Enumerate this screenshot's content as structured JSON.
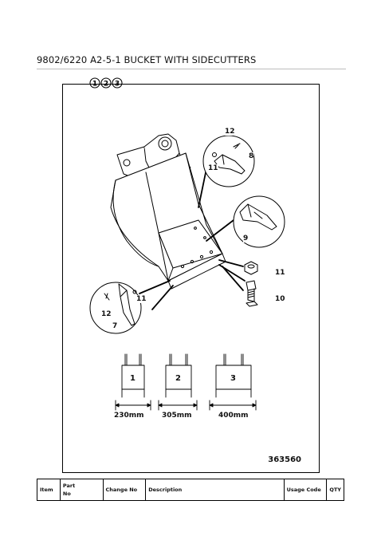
{
  "title": "9802/6220 A2-5-1 BUCKET WITH SIDECUTTERS",
  "variants": [
    "1",
    "2",
    "3"
  ],
  "figure_number": "363560",
  "callouts": {
    "c12_top": "12",
    "c8": "8",
    "c11_top": "11",
    "c9": "9",
    "c11_right": "11",
    "c10": "10",
    "c11_left": "11",
    "c12_left": "12",
    "c7": "7"
  },
  "bucket_sizes": [
    {
      "number": "1",
      "width": "230mm"
    },
    {
      "number": "2",
      "width": "305mm"
    },
    {
      "number": "3",
      "width": "400mm"
    }
  ],
  "table_headers": {
    "item": "Item",
    "part_line1": "Part",
    "part_line2": "No",
    "change_no": "Change No",
    "description": "Description",
    "usage_code": "Usage Code",
    "qty": "QTY"
  }
}
